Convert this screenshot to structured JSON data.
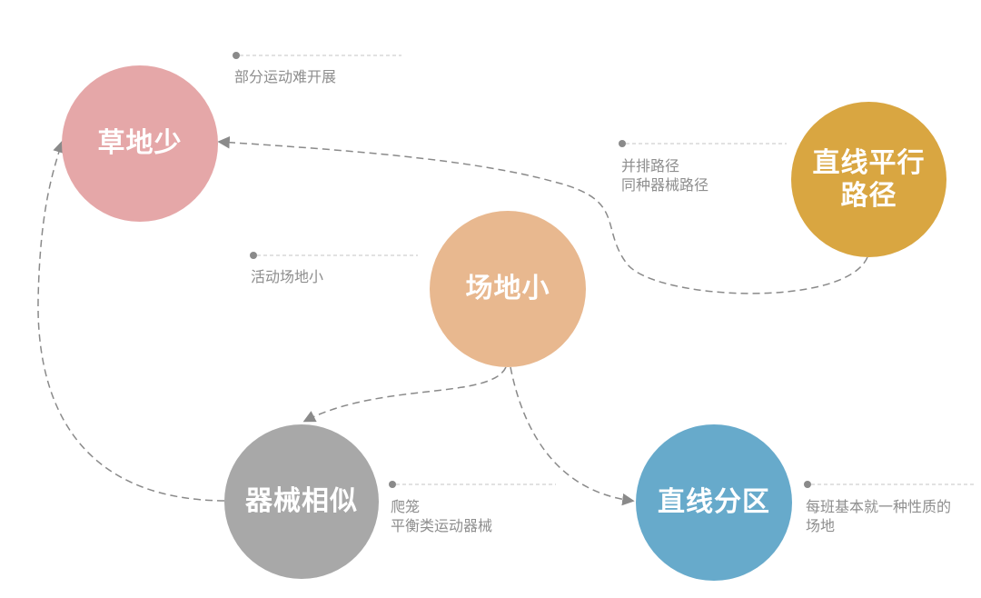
{
  "nodes": {
    "grass": {
      "label": "草地少",
      "color": "#e5a7a8"
    },
    "parallel": {
      "label_line1": "直线平行",
      "label_line2": "路径",
      "color": "#d9a641"
    },
    "site": {
      "label": "场地小",
      "color": "#e8b88f"
    },
    "equipment": {
      "label": "器械相似",
      "color": "#a8a8a8"
    },
    "zone": {
      "label": "直线分区",
      "color": "#67aacb"
    }
  },
  "notes": {
    "grass": [
      "部分运动难开展"
    ],
    "parallel": [
      "并排路径",
      "同种器械路径"
    ],
    "site": [
      "活动场地小"
    ],
    "equipment": [
      "爬笼",
      "平衡类运动器械"
    ],
    "zone": [
      "每班基本就一种性质的",
      "场地"
    ]
  },
  "colors": {
    "connector": "#8a8a8a",
    "note_line": "#c6c6c6",
    "note_dot": "#8a8a8a"
  }
}
